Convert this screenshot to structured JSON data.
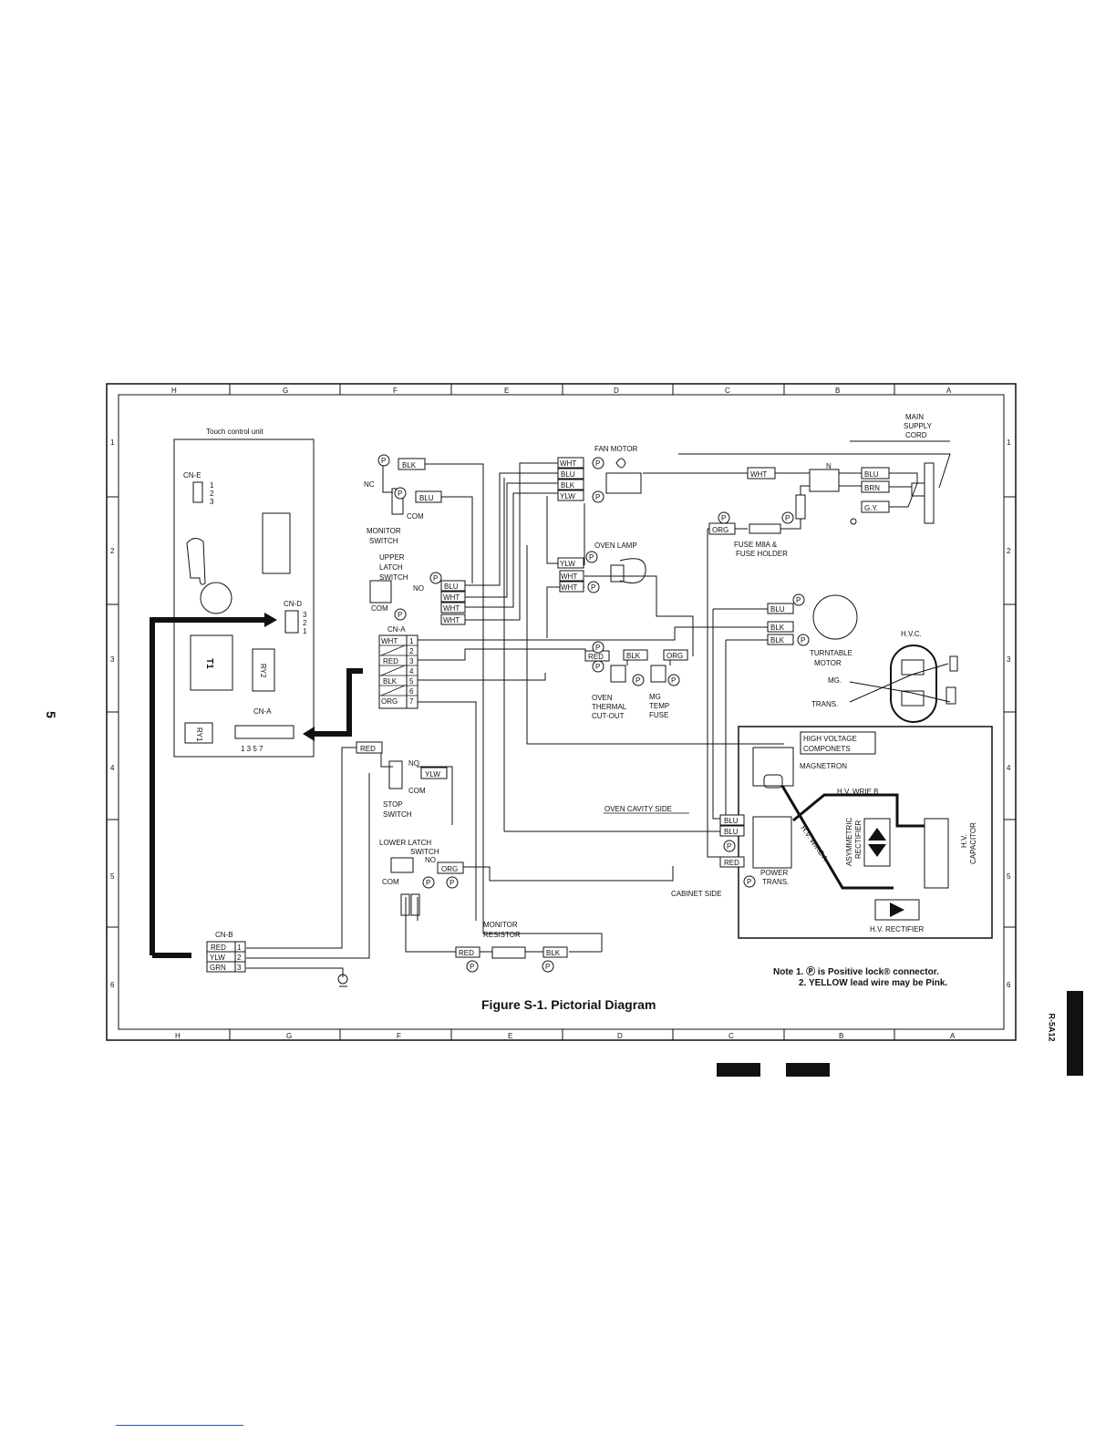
{
  "page": {
    "number": "5",
    "model": "R-5A12"
  },
  "figure": {
    "caption": "Figure S-1.  Pictorial Diagram",
    "note1": "Note 1. Ⓟ is Positive lock®  connector.",
    "note2": "2. YELLOW lead wire may be Pink."
  },
  "grid": {
    "columns": [
      "H",
      "G",
      "F",
      "E",
      "D",
      "C",
      "B",
      "A"
    ],
    "rows": [
      "1",
      "2",
      "3",
      "4",
      "5",
      "6"
    ]
  },
  "touch_control": {
    "title": "Touch control unit",
    "cne": "CN-E",
    "cne_pins": [
      "1",
      "2",
      "3"
    ],
    "cnd": "CN-D",
    "cnd_pins": [
      "3",
      "2",
      "1"
    ],
    "cna": "CN-A",
    "cna_pins": "1  3  5  7",
    "t1": "T1",
    "ry2": "RY2",
    "ry1": "RY1"
  },
  "cna_connector": {
    "label": "CN-A",
    "pins": [
      {
        "color": "WHT",
        "n": "1"
      },
      {
        "color": "",
        "n": "2"
      },
      {
        "color": "RED",
        "n": "3"
      },
      {
        "color": "",
        "n": "4"
      },
      {
        "color": "BLK",
        "n": "5"
      },
      {
        "color": "",
        "n": "6"
      },
      {
        "color": "ORG",
        "n": "7"
      }
    ]
  },
  "cnb_connector": {
    "label": "CN-B",
    "pins": [
      {
        "color": "RED",
        "n": "1"
      },
      {
        "color": "YLW",
        "n": "2"
      },
      {
        "color": "GRN",
        "n": "3"
      }
    ]
  },
  "components": {
    "monitor_switch": [
      "MONITOR",
      "SWITCH"
    ],
    "upper_latch": [
      "UPPER",
      "LATCH",
      "SWITCH"
    ],
    "stop_switch": [
      "STOP",
      "SWITCH"
    ],
    "lower_latch": [
      "LOWER LATCH",
      "SWITCH"
    ],
    "monitor_resistor": [
      "MONITOR",
      "RESISTOR"
    ],
    "fan_motor": "FAN MOTOR",
    "oven_lamp": "OVEN LAMP",
    "fuse": [
      "FUSE M8A &",
      "FUSE HOLDER"
    ],
    "main_cord": [
      "MAIN",
      "SUPPLY",
      "CORD"
    ],
    "turntable": [
      "TURNTABLE",
      "MOTOR"
    ],
    "hvc": "H.V.C.",
    "mg": "MG.",
    "trans": "TRANS.",
    "oven_thermal": [
      "OVEN",
      "THERMAL",
      "CUT-OUT"
    ],
    "mg_fuse": [
      "MG",
      "TEMP",
      "FUSE"
    ],
    "hv_components": [
      "HIGH VOLTAGE",
      "COMPONETS"
    ],
    "magnetron": "MAGNETRON",
    "hv_wire_b": "H.V. WRIE B",
    "hv_wire_a": "H.V. WIRE A",
    "asym_rectifier": [
      "ASYMMETRIC",
      "RECTIFIER"
    ],
    "hv_capacitor": [
      "H.V.",
      "CAPACITOR"
    ],
    "power_trans": [
      "POWER",
      "TRANS."
    ],
    "hv_rectifier": "H.V. RECTIFIER",
    "oven_cavity_side": "OVEN CAVITY SIDE",
    "cabinet_side": "CABINET SIDE"
  },
  "terms": {
    "nc": "NC",
    "no": "NO",
    "com": "COM",
    "n": "N",
    "p": "P"
  },
  "wire_tags": {
    "blk": "BLK",
    "blu": "BLU",
    "wht": "WHT",
    "ylw": "YLW",
    "org": "ORG",
    "red": "RED",
    "brn": "BRN",
    "gy": "G.Y.",
    "grn": "GRN"
  }
}
